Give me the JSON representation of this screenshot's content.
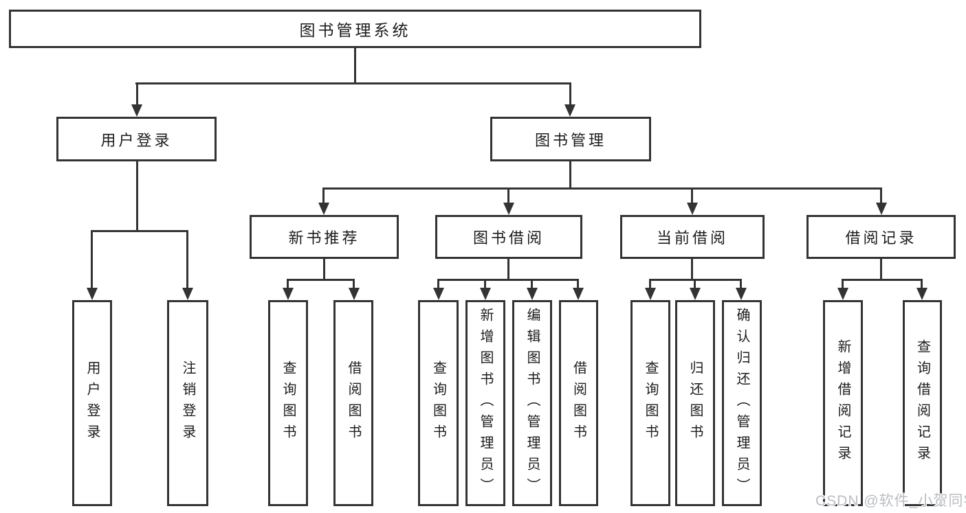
{
  "tree": {
    "label": "图书管理系统",
    "children": [
      {
        "label": "用户登录",
        "children": [
          {
            "label": "用户登录"
          },
          {
            "label": "注销登录"
          }
        ]
      },
      {
        "label": "图书管理",
        "children": [
          {
            "label": "新书推荐",
            "children": [
              {
                "label": "查询图书"
              },
              {
                "label": "借阅图书"
              }
            ]
          },
          {
            "label": "图书借阅",
            "children": [
              {
                "label": "查询图书"
              },
              {
                "label": "新增图书（管理员）"
              },
              {
                "label": "编辑图书（管理员）"
              },
              {
                "label": "借阅图书"
              }
            ]
          },
          {
            "label": "当前借阅",
            "children": [
              {
                "label": "查询图书"
              },
              {
                "label": "归还图书"
              },
              {
                "label": "确认归还（管理员）"
              }
            ]
          },
          {
            "label": "借阅记录",
            "children": [
              {
                "label": "新增借阅记录"
              },
              {
                "label": "查询借阅记录"
              }
            ]
          }
        ]
      }
    ]
  },
  "watermark": {
    "text": "CSDN @软件_小贺同学"
  },
  "colors": {
    "line": "#333333",
    "text": "#1c1c1c",
    "background": "#ffffff",
    "watermark_text": "#b9bdc3"
  }
}
